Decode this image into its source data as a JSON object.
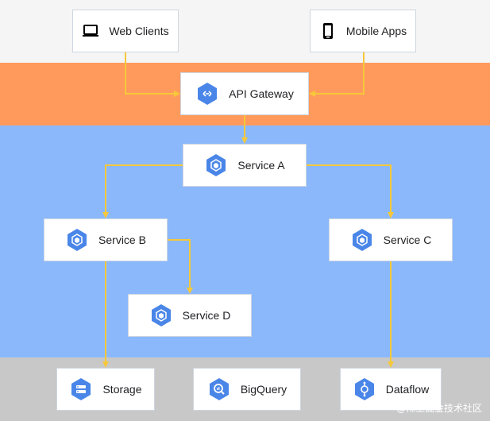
{
  "colors": {
    "band_clients": "#f5f5f5",
    "band_gateway": "#ff9a5c",
    "band_services": "#8ab8fb",
    "band_data": "#c8c8c8",
    "connector": "#f6c83a",
    "hex_fill": "#4a86e8"
  },
  "nodes": {
    "web_clients": {
      "label": "Web Clients",
      "icon": "laptop-icon"
    },
    "mobile_apps": {
      "label": "Mobile Apps",
      "icon": "smartphone-icon"
    },
    "api_gateway": {
      "label": "API Gateway",
      "icon": "api-gateway-icon"
    },
    "service_a": {
      "label": "Service A",
      "icon": "service-hex-icon"
    },
    "service_b": {
      "label": "Service B",
      "icon": "service-hex-icon"
    },
    "service_c": {
      "label": "Service C",
      "icon": "service-hex-icon"
    },
    "service_d": {
      "label": "Service D",
      "icon": "service-hex-icon"
    },
    "storage": {
      "label": "Storage",
      "icon": "storage-icon"
    },
    "bigquery": {
      "label": "BigQuery",
      "icon": "bigquery-icon"
    },
    "dataflow": {
      "label": "Dataflow",
      "icon": "dataflow-icon"
    }
  },
  "edges": [
    {
      "from": "Web Clients",
      "to": "API Gateway"
    },
    {
      "from": "Mobile Apps",
      "to": "API Gateway"
    },
    {
      "from": "API Gateway",
      "to": "Service A"
    },
    {
      "from": "Service A",
      "to": "Service B"
    },
    {
      "from": "Service A",
      "to": "Service C"
    },
    {
      "from": "Service B",
      "to": "Service D"
    },
    {
      "from": "Service B",
      "to": "Storage"
    },
    {
      "from": "Service C",
      "to": "Dataflow"
    }
  ],
  "watermark": "@稀土掘金技术社区"
}
